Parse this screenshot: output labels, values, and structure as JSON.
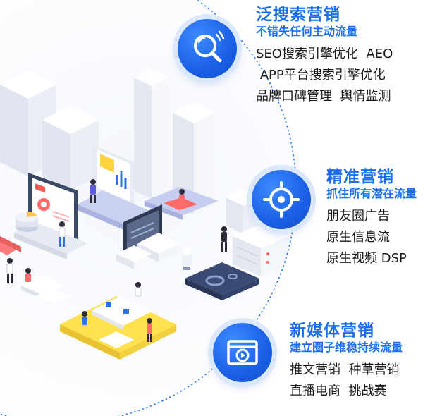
{
  "sections": [
    {
      "title": "泛搜索营销",
      "subtitle": "不错失任何主动流量",
      "items": [
        "SEO搜索引擎优化  AEO",
        " APP平台搜索引擎优化",
        "品牌口碑管理  舆情监测"
      ],
      "icon": "search-icon"
    },
    {
      "title": "精准营销",
      "subtitle": "抓住所有潜在流量",
      "items": [
        "朋友圈广告",
        "原生信息流",
        "原生视频 DSP"
      ],
      "icon": "target-icon"
    },
    {
      "title": "新媒体营销",
      "subtitle": "建立圈子维稳持续流量",
      "items": [
        "推文营销  种草营销",
        "直播电商  挑战赛"
      ],
      "icon": "video-icon"
    }
  ],
  "colors": {
    "accent": "#1a6ff0",
    "icon_fill": "#1a5fe6",
    "text": "#1b1b1b",
    "dotted_arc": "#2f74e8"
  }
}
